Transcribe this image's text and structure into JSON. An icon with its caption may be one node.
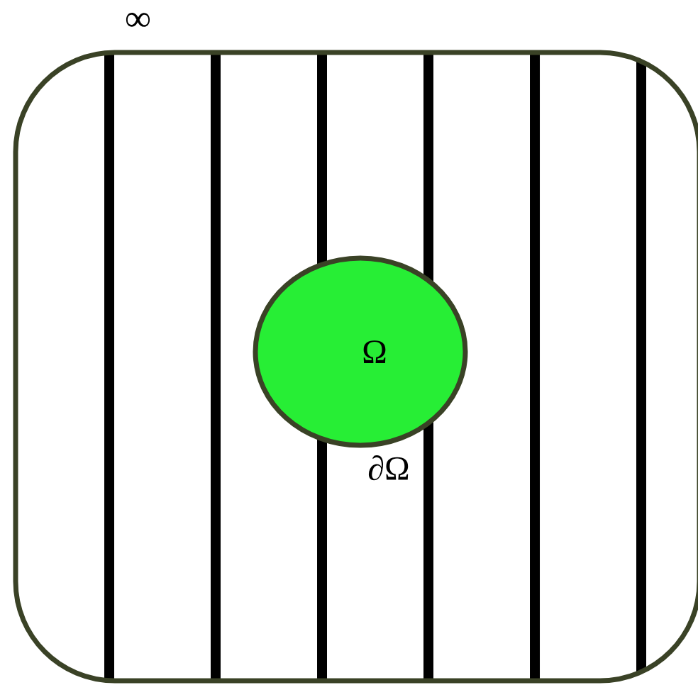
{
  "diagram": {
    "nodes": [
      {
        "text": [
          "∞"
        ]
      },
      {
        "text": [
          "Ω"
        ],
        "in": 0,
        "beside": [
          "∂Ω"
        ]
      }
    ]
  }
}
